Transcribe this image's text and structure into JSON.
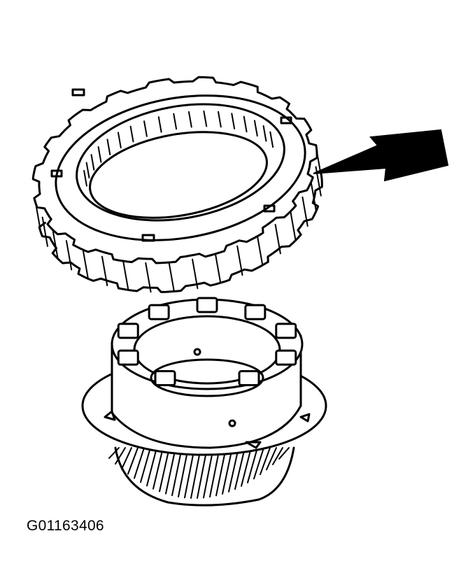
{
  "figure": {
    "caption": "G01163406",
    "colors": {
      "line": "#000000",
      "background": "#ffffff"
    },
    "parts": [
      "friction-ring",
      "gear-hub",
      "pointer-arrow"
    ]
  }
}
